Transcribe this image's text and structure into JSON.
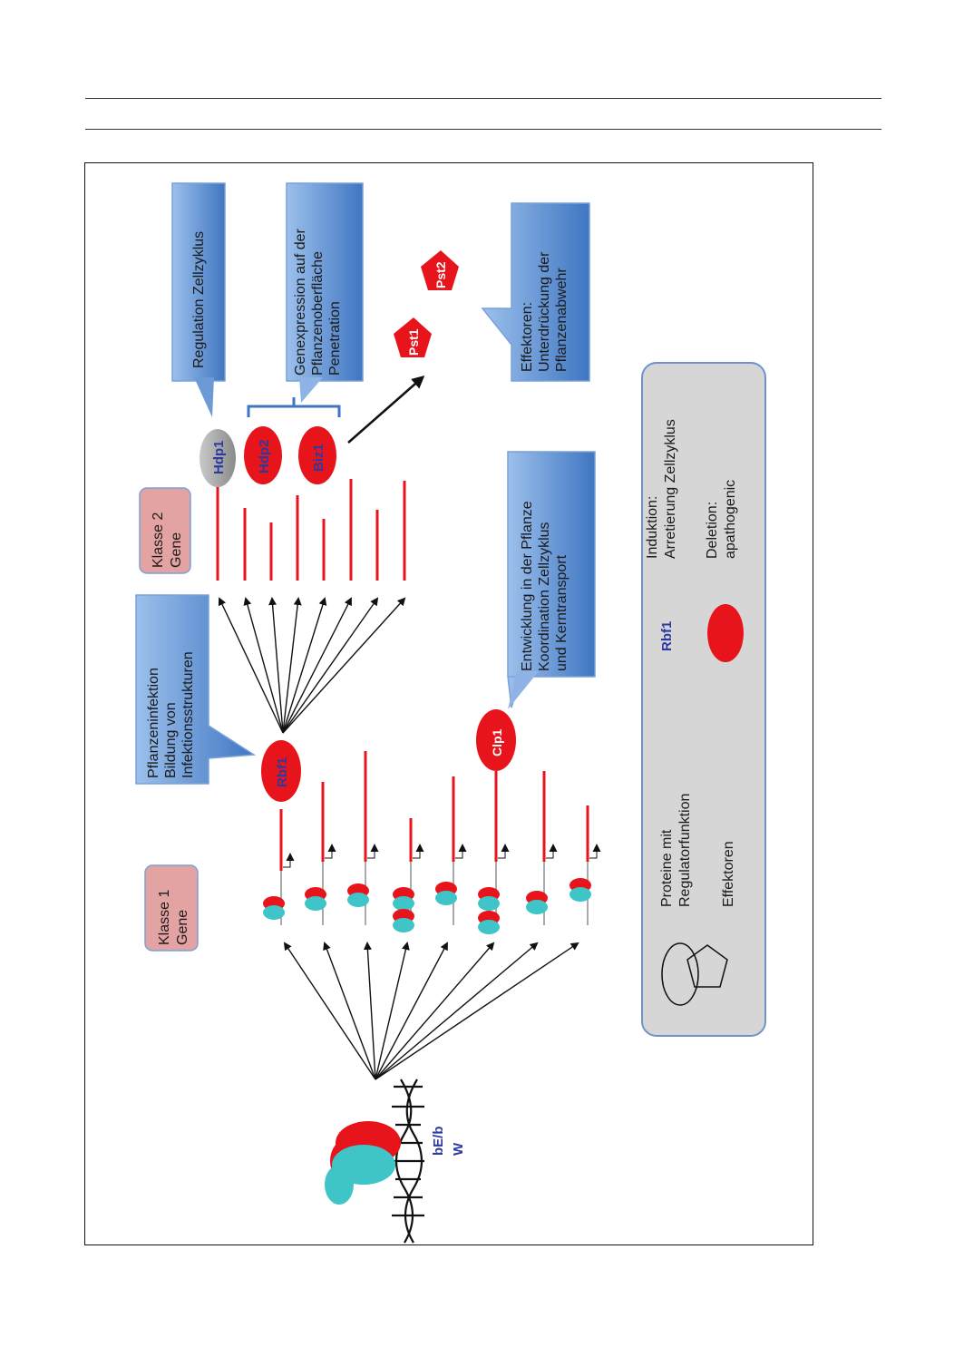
{
  "rules": {
    "top": "",
    "bottom": ""
  },
  "diagram": {
    "complex": {
      "line1": "bE/b",
      "line2": "W"
    },
    "klasse1": {
      "line1": "Klasse 1",
      "line2": "Gene"
    },
    "klasse2": {
      "line1": "Klasse 2",
      "line2": "Gene"
    },
    "rbf1": "Rbf1",
    "clp1": "Clp1",
    "hdp1": "Hdp1",
    "hdp2": "Hdp2",
    "biz1": "Biz1",
    "pst1": "Pst1",
    "pst2": "Pst2",
    "callout_infection": [
      "Pflanzeninfektion",
      "Bildung von",
      "Infektionsstrukturen"
    ],
    "callout_clp1": [
      "Entwicklung in der Pflanze",
      "Koordination Zellzyklus",
      "und Kerntransport"
    ],
    "callout_hdp1": [
      "Regulation Zellzyklus"
    ],
    "callout_genexp": [
      "Genexpression auf der",
      "Pflanzenoberfläche",
      "Penetration"
    ],
    "callout_effectors": [
      "Effektoren:",
      "Unterdrückung der",
      "Pflanzenabwehr"
    ]
  },
  "legend": {
    "proteins": [
      "Proteine mit",
      "Regulatorfunktion"
    ],
    "effectors": "Effektoren",
    "rbf1": "Rbf1",
    "induktion": [
      "Induktion:",
      "Arretierung Zellzyklus"
    ],
    "deletion": [
      "Deletion:",
      "apathogenic"
    ]
  },
  "colors": {
    "red": "#e8141b",
    "cyan": "#3fc4c8",
    "blue_dark": "#2a3aa0",
    "callout_blue": "#5b8fd0",
    "klasse_pink": "#e4a3a3",
    "legend_gray": "#d6d6d6"
  }
}
